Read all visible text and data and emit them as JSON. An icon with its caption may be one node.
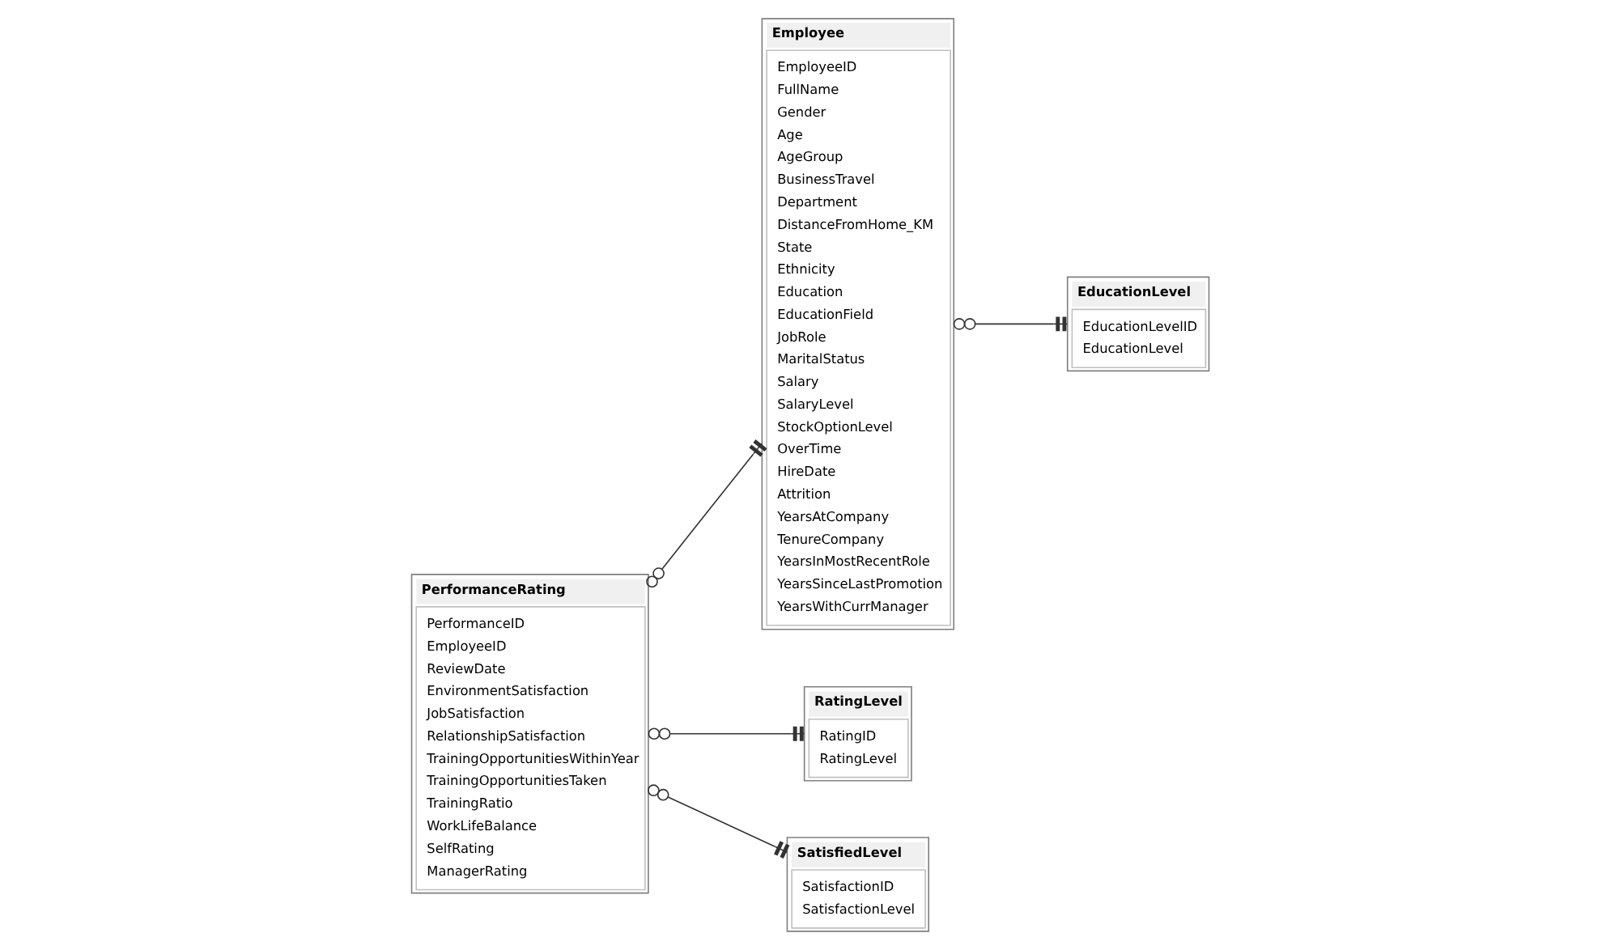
{
  "diagram": {
    "nodes": [
      {
        "text": [
          "PerformanceRating",
          "PerformanceID",
          "EmployeeID",
          "ReviewDate",
          "EnvironmentSatisfaction",
          "JobSatisfaction",
          "RelationshipSatisfaction",
          "TrainingOpportunitiesWithinYear",
          "TrainingOpportunitiesTaken",
          "TrainingRatio",
          "WorkLifeBalance",
          "SelfRating",
          "ManagerRating"
        ]
      },
      {
        "text": [
          "Employee",
          "EmployeeID",
          "FullName",
          "Gender",
          "Age",
          "AgeGroup",
          "BusinessTravel",
          "Department",
          "DistanceFromHome_KM",
          "State",
          "Ethnicity",
          "Education",
          "EducationField",
          "JobRole",
          "MaritalStatus",
          "Salary",
          "SalaryLevel",
          "StockOptionLevel",
          "OverTime",
          "HireDate",
          "Attrition",
          "YearsAtCompany",
          "TenureCompany",
          "YearsInMostRecentRole",
          "YearsSinceLastPromotion",
          "YearsWithCurrManager"
        ]
      },
      {
        "text": [
          "EducationLevel",
          "EducationLevelID",
          "EducationLevel"
        ]
      },
      {
        "text": [
          "RatingLevel",
          "RatingID",
          "RatingLevel"
        ]
      },
      {
        "text": [
          "SatisfiedLevel",
          "SatisfactionID",
          "SatisfactionLevel"
        ]
      }
    ],
    "edges": [
      {
        "from": 0,
        "to": 1,
        "arrow": "other"
      },
      {
        "from": 1,
        "to": 2,
        "arrow": "other"
      },
      {
        "from": 0,
        "to": 3,
        "arrow": "other"
      },
      {
        "from": 0,
        "to": 4,
        "arrow": "other"
      }
    ]
  }
}
